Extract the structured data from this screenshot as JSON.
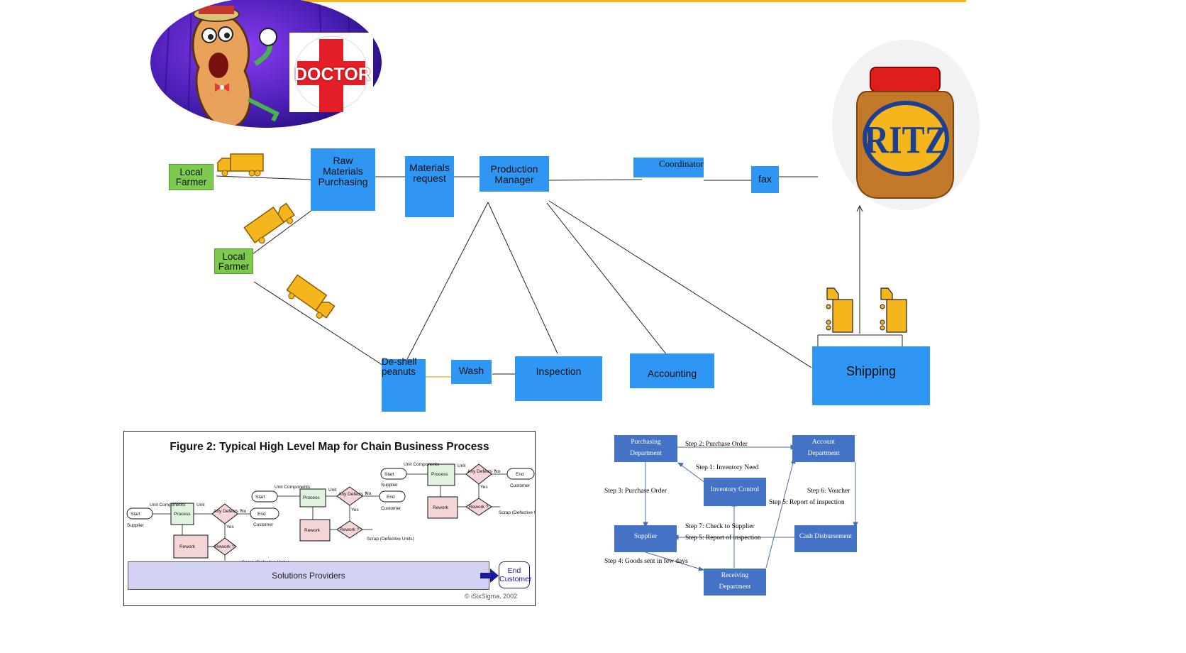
{
  "top_bar": {
    "color": "#f2b51c"
  },
  "doctor_badge": {
    "label": "DOCTOR"
  },
  "brand": {
    "logo_text": "RITZ"
  },
  "process_map": {
    "local_farmer_1": "Local Farmer",
    "local_farmer_2": "Local Farmer",
    "raw_materials": "Raw Materials Purchasing",
    "materials_request": "Materials request",
    "production_manager": "Production Manager",
    "coordinator": "Coordinator",
    "fax": "fax",
    "deshell": "De-shell peanuts",
    "wash": "Wash",
    "inspection": "Inspection",
    "accounting": "Accounting",
    "shipping": "Shipping"
  },
  "figure2": {
    "title": "Figure 2: Typical High Level Map for Chain Business Process",
    "solutions": "Solutions Providers",
    "end_customer": "End Customer",
    "copyright": "© iSixSigma, 2002",
    "start": "Start",
    "end": "End",
    "process": "Process",
    "rework": "Rework",
    "any_defects": "Any Defects ?",
    "rework_q": "Rework ?",
    "supplier": "Supplier",
    "customer": "Customer",
    "scrap": "Scrap (Defective Units)",
    "yes": "Yes",
    "no": "No",
    "unit": "Unit",
    "unit_components": "Unit Components"
  },
  "dept_flow": {
    "purchasing": "Purchasing Department",
    "account": "Account Department",
    "inventory": "Inventory Control",
    "supplier": "Supplier",
    "cash": "Cash Disbursement",
    "receiving": "Receiving Department",
    "step1": "Step 1: Inventory Need",
    "step2": "Step 2: Purchase Order",
    "step3": "Step 3: Purchase Order",
    "step4": "Step 4: Goods sent in few days",
    "step5a": "Step 5: Report of inspection",
    "step5b": "Step 5: Report of inspection",
    "step6": "Step 6: Voucher",
    "step7": "Step 7: Check to Supplier"
  }
}
